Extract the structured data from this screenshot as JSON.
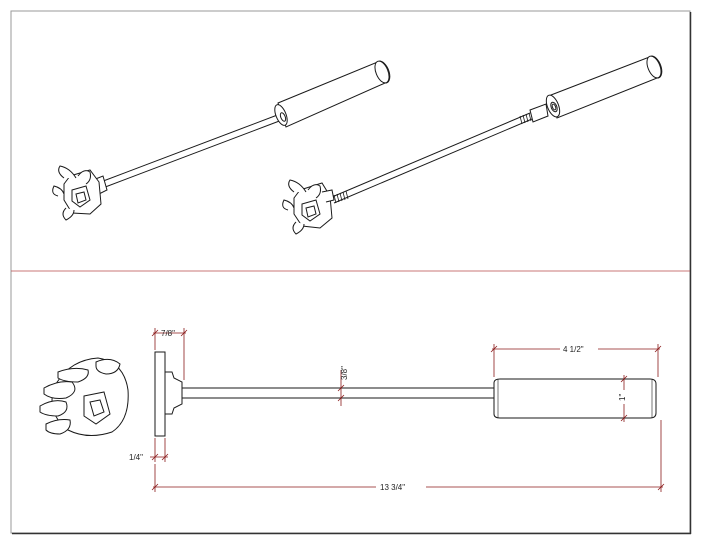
{
  "colors": {
    "line": "#1a1a1a",
    "dimension": "#8b1a1a",
    "divider": "#b94a4a",
    "frame": "#9a9a9a"
  },
  "dimensions": {
    "flange_width": "7/8\"",
    "flange_thickness": "1/4\"",
    "rod_diameter": "3/8\"",
    "handle_length": "4 1/2\"",
    "handle_diameter": "1\"",
    "overall_length": "13 3/4\""
  }
}
